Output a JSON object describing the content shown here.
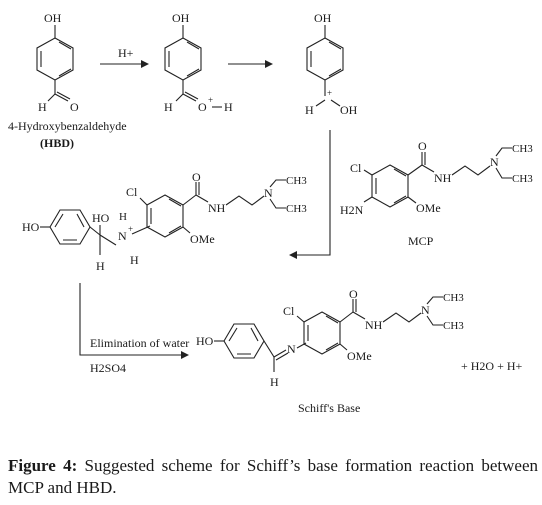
{
  "reagents": {
    "acid": "H+",
    "elimination": "Elimination of water",
    "sulfuric_acid": "H2SO4"
  },
  "compounds": {
    "hbd_name": "4-Hydroxybenzaldehyde",
    "hbd_abbr": "(HBD)",
    "mcp": "MCP",
    "product": "Schiff's Base"
  },
  "byproducts": "+ H2O + H+",
  "atoms": {
    "oh": "OH",
    "h": "H",
    "o": "O",
    "ho": "HO",
    "n": "N",
    "nh": "NH",
    "h2n": "H2N",
    "cl": "Cl",
    "ome": "OMe",
    "ch3": "CH3",
    "plus": "+"
  },
  "caption": {
    "label": "Figure 4:",
    "text": "Suggested scheme for Schiff’s base formation reaction between MCP and HBD."
  }
}
